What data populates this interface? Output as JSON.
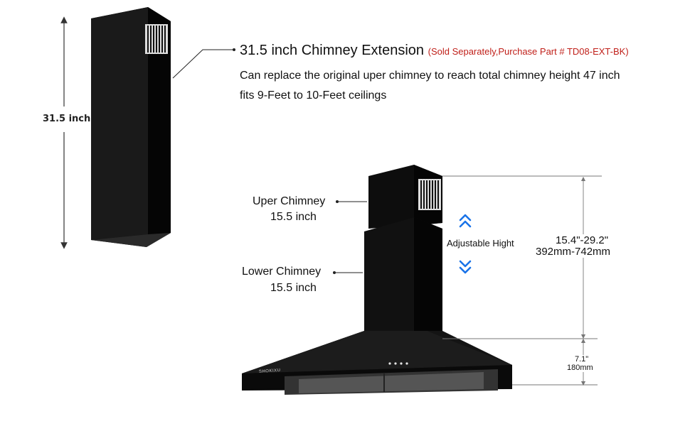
{
  "extension": {
    "title": "31.5 inch Chimney Extension",
    "note": "(Sold Separately,Purchase Part # TD08-EXT-BK)",
    "line1": "Can replace the original uper chimney to reach total chimney height 47 inch",
    "line2": "fits 9-Feet to 10-Feet ceilings",
    "height_label": "31.5 inch"
  },
  "upper_chimney": {
    "label": "Uper Chimney",
    "size": "15.5 inch"
  },
  "lower_chimney": {
    "label": "Lower Chimney",
    "size": "15.5 inch"
  },
  "adjustable": {
    "label": "Adjustable Hight"
  },
  "chimney_range": {
    "inches": "15.4\"-29.2\"",
    "mm": "392mm-742mm"
  },
  "hood_height": {
    "inches": "7.1\"",
    "mm": "180mm"
  },
  "brand": "SHOKIXU",
  "colors": {
    "note_red": "#c0201a",
    "arrow_blue": "#1a73e8",
    "product_black": "#0d0d0d"
  }
}
